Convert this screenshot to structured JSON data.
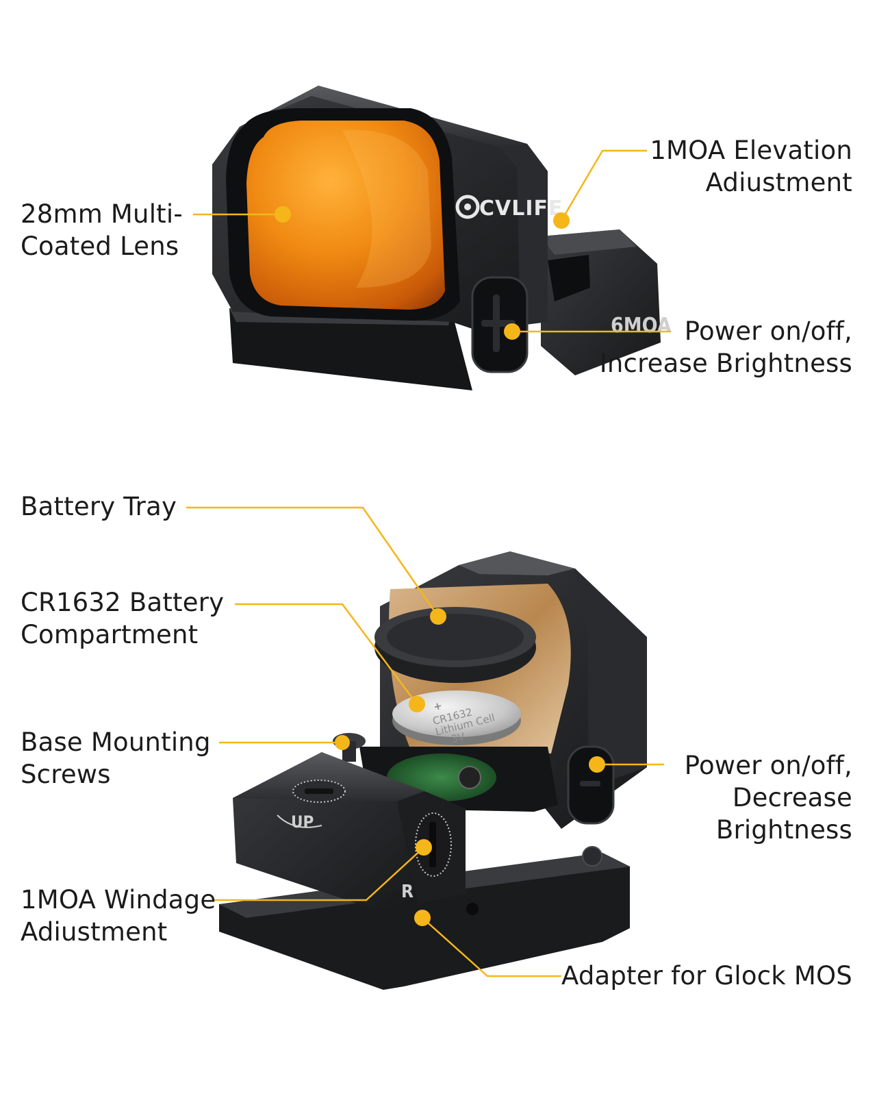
{
  "colors": {
    "callout": "#f5b619",
    "lens_orange": "#f08a12",
    "body_dark": "#1d1e20",
    "text": "#1b1b1b"
  },
  "device": {
    "brand_text": "CVLIFE",
    "reticle_mark": "6MOA",
    "up_mark": "UP",
    "r_mark": "R",
    "battery_plus": "+",
    "battery_model": "CR1632",
    "battery_type": "Lithium Cell",
    "battery_voltage": "3V"
  },
  "callouts": {
    "lens": [
      "28mm Multi-",
      "Coated Lens"
    ],
    "elevation": [
      "1MOA Elevation",
      "Adiustment"
    ],
    "power_up": [
      "Power on/off,",
      "Increase Brightness"
    ],
    "battery_tray": [
      "Battery Tray"
    ],
    "battery_compartment": [
      "CR1632 Battery",
      "Compartment"
    ],
    "base_screws": [
      "Base Mounting",
      "Screws"
    ],
    "power_down": [
      "Power on/off,",
      "Decrease",
      "Brightness"
    ],
    "windage": [
      "1MOA Windage",
      "Adiustment"
    ],
    "adapter": [
      "Adapter for Glock MOS"
    ]
  }
}
